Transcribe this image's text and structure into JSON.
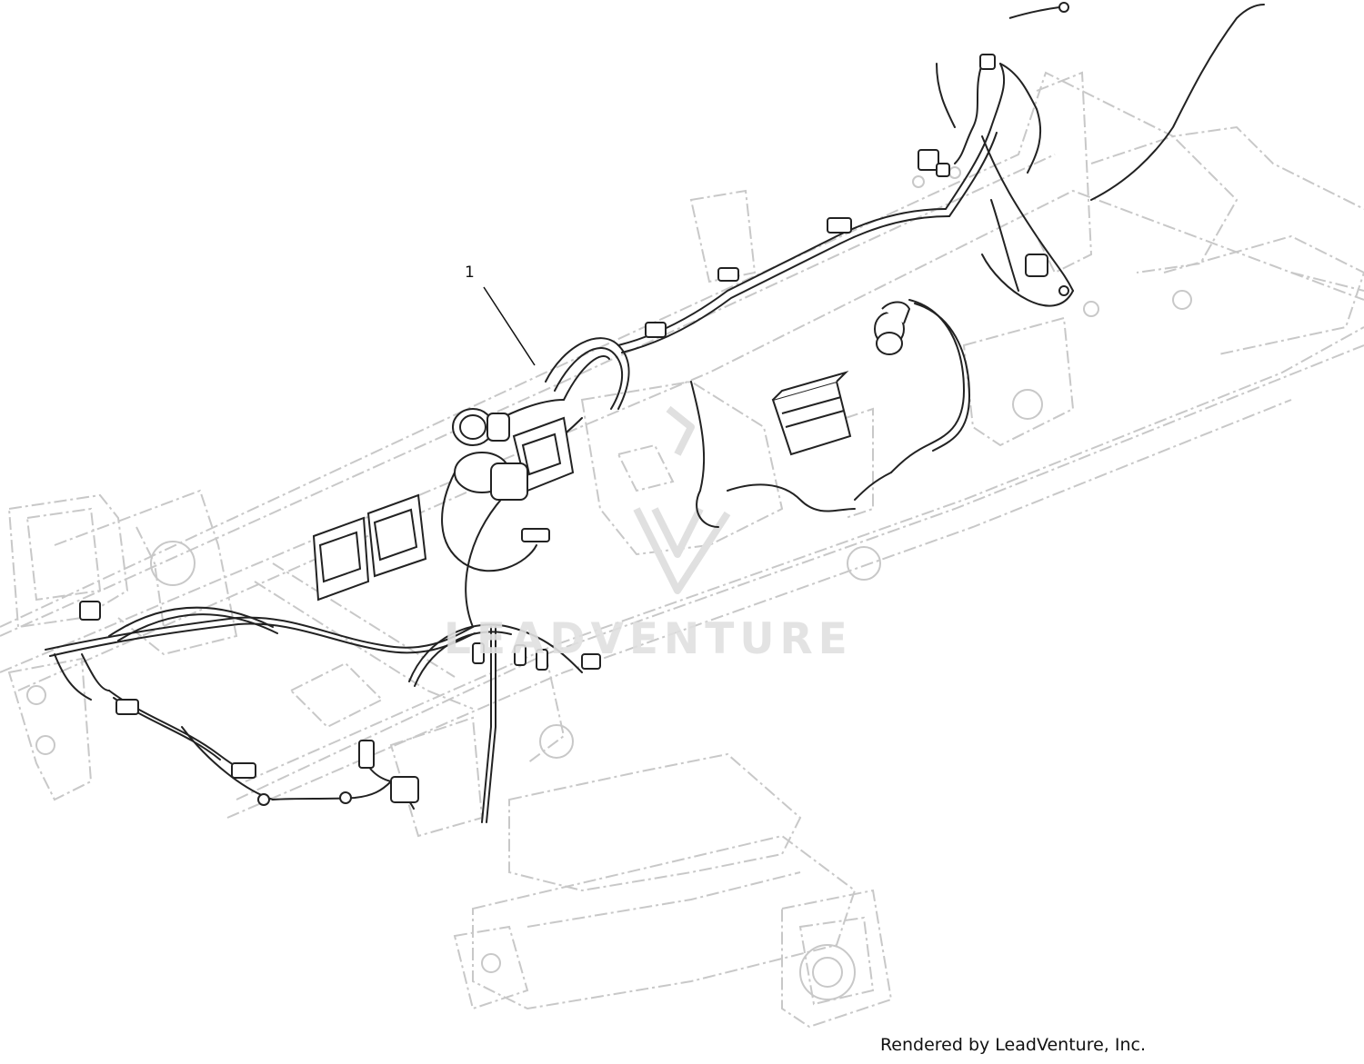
{
  "diagram": {
    "callouts": [
      {
        "id": "1",
        "label": "1"
      }
    ],
    "watermark": {
      "text": "LEADVENTURE",
      "logo": "leadventure-logo"
    },
    "credit": "Rendered by LeadVenture, Inc.",
    "colors": {
      "line_dark": "#222222",
      "line_ghost": "#c8c8c8",
      "watermark": "#e0e0e0"
    }
  }
}
